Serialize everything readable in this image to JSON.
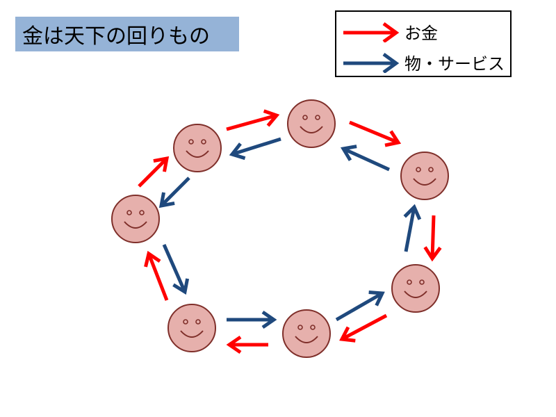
{
  "title": "金は天下の回りもの",
  "legend": {
    "items": [
      {
        "label": "お金",
        "color": "#ff0000"
      },
      {
        "label": "物・サービス",
        "color": "#1f497d"
      }
    ]
  },
  "colors": {
    "money": "#ff0000",
    "goods": "#1f497d",
    "face_fill": "#e6b0ac",
    "face_stroke": "#7f2f2a",
    "title_bg": "#95b3d7"
  },
  "icons": {
    "person": "smiley-face-icon",
    "money_flow": "red-arrow-icon",
    "goods_flow": "blue-arrow-icon"
  },
  "people_count": 7
}
